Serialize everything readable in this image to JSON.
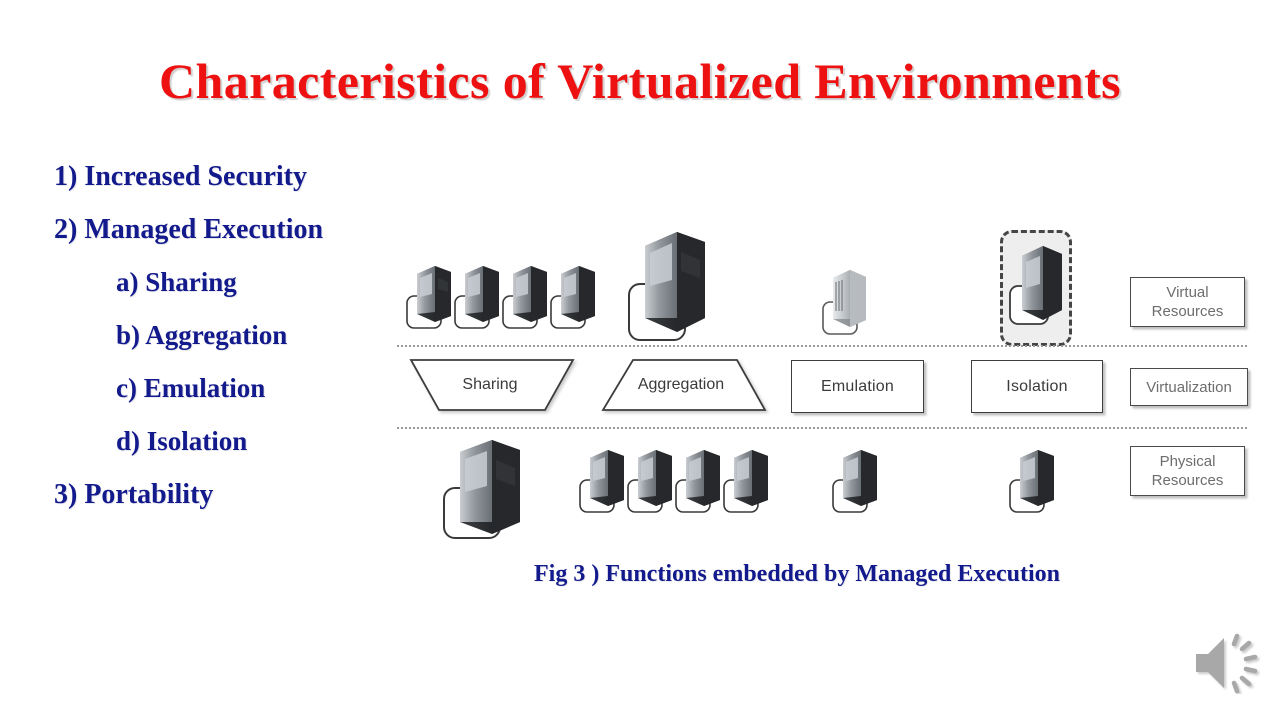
{
  "slide": {
    "title": "Characteristics of Virtualized Environments",
    "title_color": "#ee1111",
    "body_color": "#131a8c",
    "background": "#ffffff"
  },
  "bullets": [
    {
      "label": "1) Increased Security",
      "level": 1
    },
    {
      "label": "2) Managed Execution",
      "level": 1
    },
    {
      "label": "a) Sharing",
      "level": 2
    },
    {
      "label": "b) Aggregation",
      "level": 2
    },
    {
      "label": "c) Emulation",
      "level": 2
    },
    {
      "label": "d) Isolation",
      "level": 2
    },
    {
      "label": "3) Portability",
      "level": 1
    }
  ],
  "figure": {
    "caption": "Fig 3 ) Functions embedded by Managed Execution",
    "functions": [
      {
        "name": "Sharing",
        "shape": "trapezoid-down",
        "virtual_count": 4,
        "physical_count": 1
      },
      {
        "name": "Aggregation",
        "shape": "trapezoid-up",
        "virtual_count": 1,
        "physical_count": 4
      },
      {
        "name": "Emulation",
        "shape": "rectangle",
        "virtual_count": 1,
        "physical_count": 1
      },
      {
        "name": "Isolation",
        "shape": "rectangle",
        "virtual_count": 1,
        "physical_count": 1
      }
    ],
    "layers": [
      {
        "label": "Virtual\nResources"
      },
      {
        "label": "Virtualization"
      },
      {
        "label": "Physical\nResources"
      }
    ],
    "layer_text_color": "#6d6d6d",
    "divider_color": "#9a9a9a"
  },
  "media": {
    "speaker_icon": "speaker-volume-icon",
    "speaker_color": "#a8a8a8"
  }
}
